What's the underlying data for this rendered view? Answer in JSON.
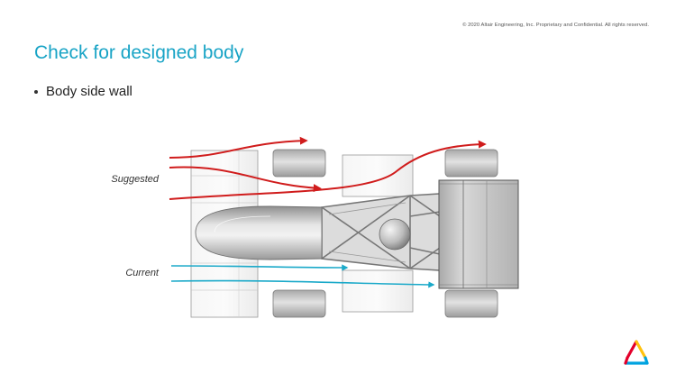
{
  "header": {
    "copyright": "© 2020 Altair Engineering, Inc. Proprietary and Confidential. All rights reserved."
  },
  "slide": {
    "title": "Check for designed body",
    "bullets": [
      "Body side wall"
    ]
  },
  "diagram": {
    "labels": {
      "suggested": "Suggested",
      "current": "Current"
    },
    "colors": {
      "suggested_flow": "#d01c1c",
      "current_flow": "#1aa9c9",
      "car_body": "#bdbdbd",
      "tire": "#c8c8c8"
    }
  },
  "branding": {
    "logo_icon": "altair-triangle-logo-icon",
    "logo_colors": [
      "#e4002b",
      "#ffc20e",
      "#00a3e0"
    ]
  }
}
